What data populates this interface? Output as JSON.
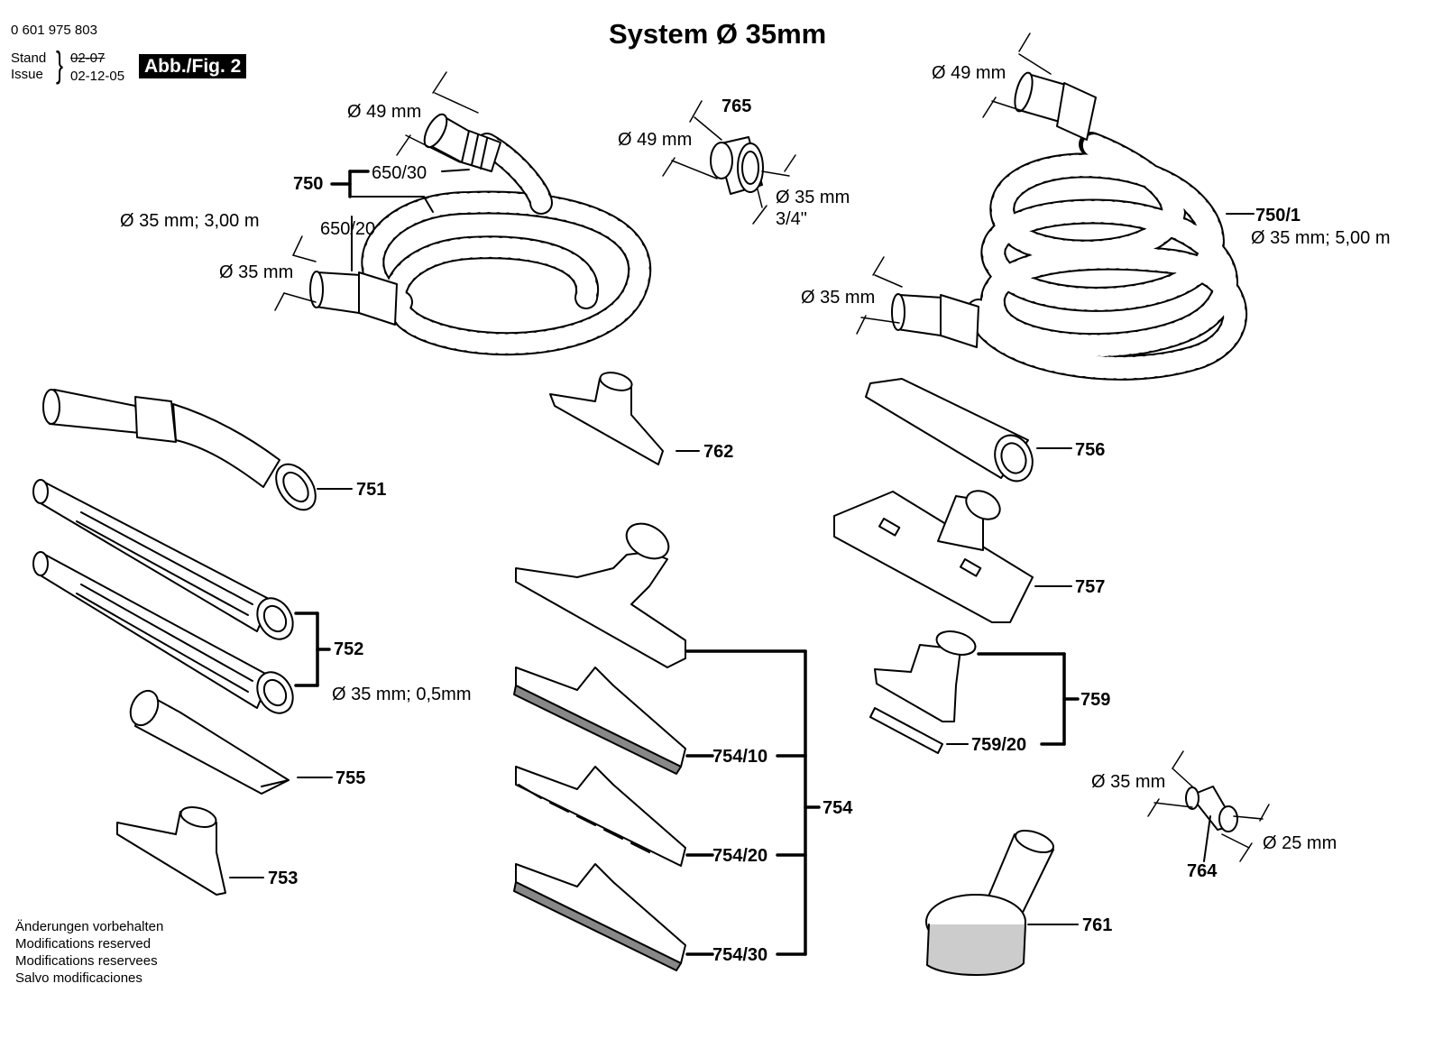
{
  "header": {
    "doc_number": "0 601 975 803",
    "stand_label": "Stand",
    "issue_label": "Issue",
    "old_date": "02-07",
    "date": "02-12-05",
    "figure": "Abb./Fig. 2"
  },
  "title": "System Ø 35mm",
  "footer": [
    "Änderungen vorbehalten",
    "Modifications reserved",
    "Modifications reservees",
    "Salvo modificaciones"
  ],
  "parts": {
    "750": "750",
    "750_1": "750/1",
    "650_30": "650/30",
    "650_20": "650/20",
    "751": "751",
    "752": "752",
    "753": "753",
    "754": "754",
    "754_10": "754/10",
    "754_20": "754/20",
    "754_30": "754/30",
    "755": "755",
    "756": "756",
    "757": "757",
    "759": "759",
    "759_20": "759/20",
    "761": "761",
    "762": "762",
    "764": "764",
    "765": "765"
  },
  "dims": {
    "hose_left_top": "Ø 49 mm",
    "hose_left_spec": "Ø 35 mm; 3,00 m",
    "hose_left_bottom": "Ø 35 mm",
    "adapter_765_top": "Ø 49 mm",
    "adapter_765_bottom": "Ø 35 mm",
    "adapter_765_thread": "3/4\"",
    "hose_right_top": "Ø 49 mm",
    "hose_right_spec": "Ø 35 mm; 5,00 m",
    "hose_right_bottom": "Ø 35 mm",
    "tube_752_spec": "Ø 35 mm; 0,5mm",
    "adapter_764_in": "Ø 35 mm",
    "adapter_764_out": "Ø 25 mm"
  }
}
